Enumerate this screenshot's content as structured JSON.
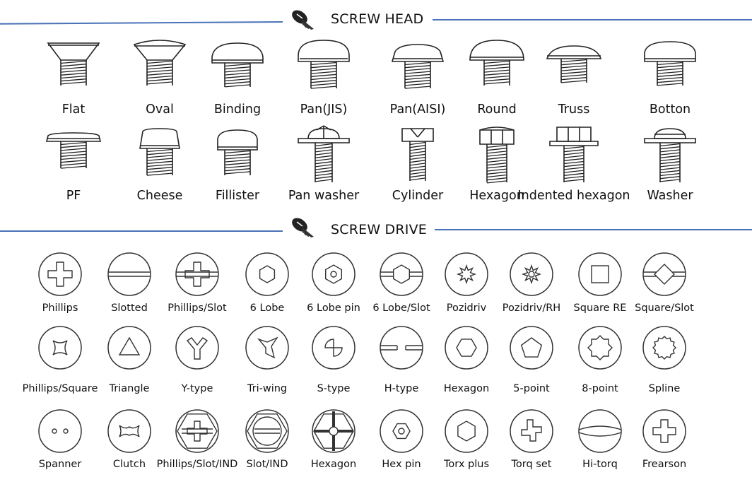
{
  "sections": {
    "head": {
      "title": "SCREW HEAD"
    },
    "drive": {
      "title": "SCREW DRIVE"
    }
  },
  "colors": {
    "rule": "#4a72b8",
    "line_art": "#222222"
  },
  "icons": {
    "section_marker": "screw-icon"
  },
  "screw_heads": [
    {
      "label": "Flat",
      "shape": "flat"
    },
    {
      "label": "Oval",
      "shape": "oval"
    },
    {
      "label": "Binding",
      "shape": "binding"
    },
    {
      "label": "Pan(JIS)",
      "shape": "pan-jis"
    },
    {
      "label": "Pan(AISI)",
      "shape": "pan-aisi"
    },
    {
      "label": "Round",
      "shape": "round"
    },
    {
      "label": "Truss",
      "shape": "truss"
    },
    {
      "label": "Botton",
      "shape": "button"
    },
    {
      "label": "PF",
      "shape": "pf"
    },
    {
      "label": "Cheese",
      "shape": "cheese"
    },
    {
      "label": "Fillister",
      "shape": "fillister"
    },
    {
      "label": "Pan washer",
      "shape": "pan-washer"
    },
    {
      "label": "Cylinder",
      "shape": "cylinder"
    },
    {
      "label": "Hexagon",
      "shape": "hexagon"
    },
    {
      "label": "Indented hexagon",
      "shape": "indented-hexagon"
    },
    {
      "label": "Washer",
      "shape": "washer"
    }
  ],
  "screw_drives": [
    {
      "label": "Phillips",
      "shape": "phillips"
    },
    {
      "label": "Slotted",
      "shape": "slotted"
    },
    {
      "label": "Phillips/Slot",
      "shape": "phillips-slot"
    },
    {
      "label": "6 Lobe",
      "shape": "six-lobe"
    },
    {
      "label": "6 Lobe pin",
      "shape": "six-lobe-pin"
    },
    {
      "label": "6 Lobe/Slot",
      "shape": "six-lobe-slot"
    },
    {
      "label": "Pozidriv",
      "shape": "pozidriv"
    },
    {
      "label": "Pozidriv/RH",
      "shape": "pozidriv-rh"
    },
    {
      "label": "Square RE",
      "shape": "square"
    },
    {
      "label": "Square/Slot",
      "shape": "square-slot"
    },
    {
      "label": "Phillips/Square",
      "shape": "phillips-square"
    },
    {
      "label": "Triangle",
      "shape": "triangle"
    },
    {
      "label": "Y-type",
      "shape": "y-type"
    },
    {
      "label": "Tri-wing",
      "shape": "tri-wing"
    },
    {
      "label": "S-type",
      "shape": "s-type"
    },
    {
      "label": "H-type",
      "shape": "h-type"
    },
    {
      "label": "Hexagon",
      "shape": "hexagon"
    },
    {
      "label": "5-point",
      "shape": "five-point"
    },
    {
      "label": "8-point",
      "shape": "eight-point"
    },
    {
      "label": "Spline",
      "shape": "spline"
    },
    {
      "label": "Spanner",
      "shape": "spanner"
    },
    {
      "label": "Clutch",
      "shape": "clutch"
    },
    {
      "label": "Phillips/Slot/IND",
      "shape": "phillips-slot-ind"
    },
    {
      "label": "Slot/IND",
      "shape": "slot-ind"
    },
    {
      "label": "Hexagon",
      "shape": "hex-cross"
    },
    {
      "label": "Hex pin",
      "shape": "hex-pin"
    },
    {
      "label": "Torx plus",
      "shape": "torx-plus"
    },
    {
      "label": "Torq set",
      "shape": "torq-set"
    },
    {
      "label": "Hi-torq",
      "shape": "hi-torq"
    },
    {
      "label": "Frearson",
      "shape": "frearson"
    }
  ]
}
